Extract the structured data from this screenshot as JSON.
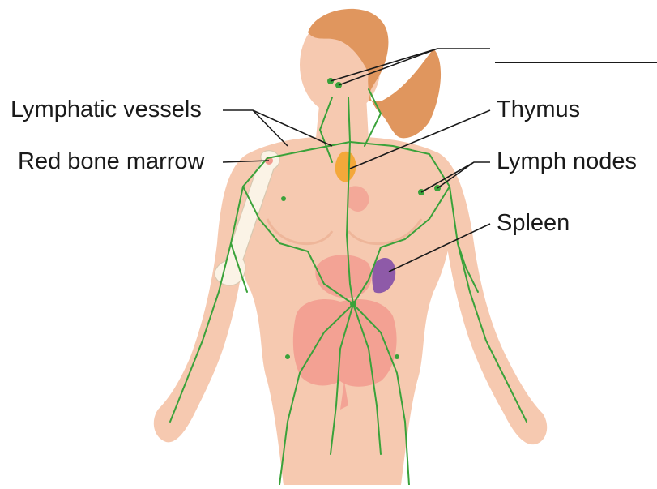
{
  "labels": {
    "lymphatic_vessels": "Lymphatic vessels",
    "red_bone_marrow": "Red bone marrow",
    "thymus": "Thymus",
    "lymph_nodes": "Lymph nodes",
    "spleen": "Spleen",
    "blank": ""
  },
  "colors": {
    "skin": "#f6c9b0",
    "skin_shadow": "#eeb69a",
    "vessel": "#3aa23a",
    "hair": "#e0965e",
    "thymus": "#f4a83a",
    "spleen": "#8e5aa8",
    "organ": "#f29a8e",
    "bone": "#fbf3e6",
    "leader": "#1a1a1a"
  },
  "icons": [
    "human-body-figure",
    "femur-bone-icon",
    "thymus-gland-icon",
    "spleen-organ-icon"
  ]
}
